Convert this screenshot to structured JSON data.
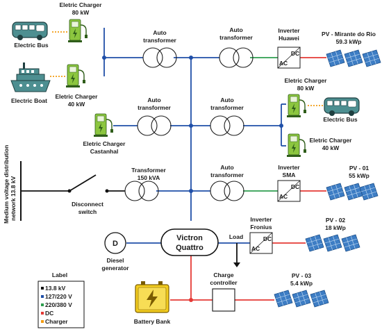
{
  "chargers": {
    "c1": {
      "name": "Eletric Charger",
      "power": "80 kW"
    },
    "c2": {
      "name": "Eletric Charger",
      "power": "40 kW"
    },
    "c3": {
      "name": "Eletric Charger",
      "place": "Castanhal"
    },
    "c4": {
      "name": "Eletric Charger",
      "power": "80 kW"
    },
    "c5": {
      "name": "Eletric Charger",
      "power": "40 kW"
    }
  },
  "vehicles": {
    "bus1": "Electric Bus",
    "boat": "Electric Boat",
    "bus2": "Electric Bus"
  },
  "transformers": {
    "at1": {
      "l1": "Auto",
      "l2": "transformer"
    },
    "at2": {
      "l1": "Auto",
      "l2": "transformer"
    },
    "at3": {
      "l1": "Auto",
      "l2": "transformer"
    },
    "at4": {
      "l1": "Auto",
      "l2": "transformer"
    },
    "t5": {
      "l1": "Transformer",
      "l2": "150 kVA"
    },
    "at6": {
      "l1": "Auto",
      "l2": "transformer"
    }
  },
  "inverters": {
    "huawei": {
      "l1": "Inverter",
      "l2": "Huawei"
    },
    "sma": {
      "l1": "Inverter",
      "l2": "SMA"
    },
    "fronius": {
      "l1": "Inverter",
      "l2": "Fronius"
    }
  },
  "dcac": {
    "dc": "DC",
    "ac": "AC"
  },
  "pv": {
    "p1": {
      "l1": "PV - Mirante do Rio",
      "l2": "59.3 kWp"
    },
    "p2": {
      "l1": "PV - 01",
      "l2": "55 kWp"
    },
    "p3": {
      "l1": "PV - 02",
      "l2": "18 kWp"
    },
    "p4": {
      "l1": "PV - 03",
      "l2": "5.4 kWp"
    }
  },
  "network": {
    "l1": "Medium voltage distribution",
    "l2": "network 13.8 kV"
  },
  "switch": {
    "l1": "Disconnect",
    "l2": "switch"
  },
  "victron": {
    "l1": "Victron",
    "l2": "Quattro"
  },
  "load": "Load",
  "diesel": {
    "symbol": "D",
    "l1": "Diesel",
    "l2": "generator"
  },
  "charge_controller": {
    "l1": "Charge",
    "l2": "controller"
  },
  "battery": "Battery Bank",
  "legend": {
    "title": "Label",
    "items": [
      {
        "label": "13.8 kV",
        "color": "#111111"
      },
      {
        "label": "127/220 V",
        "color": "#1f4fa8"
      },
      {
        "label": "220/380 V",
        "color": "#2e9e4f"
      },
      {
        "label": "DC",
        "color": "#e53935"
      },
      {
        "label": "Charger",
        "color": "#f39c12"
      }
    ]
  },
  "colors": {
    "mv": "#111111",
    "lv": "#1f4fa8",
    "ac380": "#2e9e4f",
    "dc": "#e53935",
    "charger": "#f39c12",
    "teal": "#4d8f91",
    "green": "#6fb84a",
    "pv": "#3d7dc4"
  }
}
